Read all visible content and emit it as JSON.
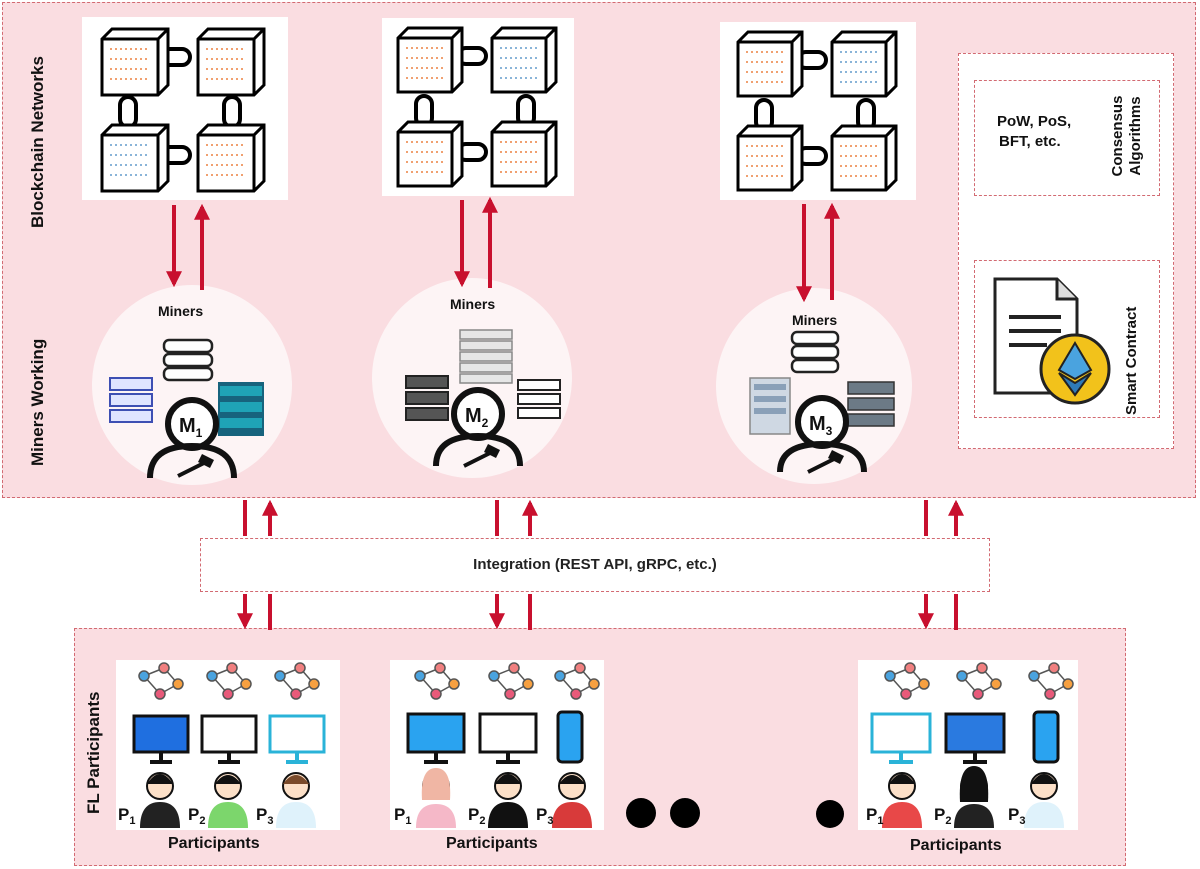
{
  "layers": {
    "blockchain_networks": "Blockchain Networks",
    "miners_working": "Miners Working",
    "fl_participants": "FL Participants"
  },
  "consensus": {
    "title": "Consensus Algorithms",
    "examples_line1": "PoW, PoS,",
    "examples_line2": "BFT, etc."
  },
  "smart_contract": {
    "title": "Smart Contract"
  },
  "miners": [
    {
      "label": "Miners",
      "id_letter": "M",
      "id_sub": "1"
    },
    {
      "label": "Miners",
      "id_letter": "M",
      "id_sub": "2"
    },
    {
      "label": "Miners",
      "id_letter": "M",
      "id_sub": "3"
    }
  ],
  "integration": {
    "label": "Integration (REST API, gRPC, etc.)"
  },
  "participant_groups": [
    {
      "label": "Participants",
      "participants": [
        {
          "l": "P",
          "s": "1"
        },
        {
          "l": "P",
          "s": "2"
        },
        {
          "l": "P",
          "s": "3"
        }
      ]
    },
    {
      "label": "Participants",
      "participants": [
        {
          "l": "P",
          "s": "1"
        },
        {
          "l": "P",
          "s": "2"
        },
        {
          "l": "P",
          "s": "3"
        }
      ]
    },
    {
      "label": "Participants",
      "participants": [
        {
          "l": "P",
          "s": "1"
        },
        {
          "l": "P",
          "s": "2"
        },
        {
          "l": "P",
          "s": "3"
        }
      ]
    }
  ],
  "colors": {
    "panel": "#fadde1",
    "dashed": "#d26a72",
    "arrow": "#c8102e",
    "eth_badge": "#f2c21b",
    "eth_logo": "#4aa3df"
  }
}
